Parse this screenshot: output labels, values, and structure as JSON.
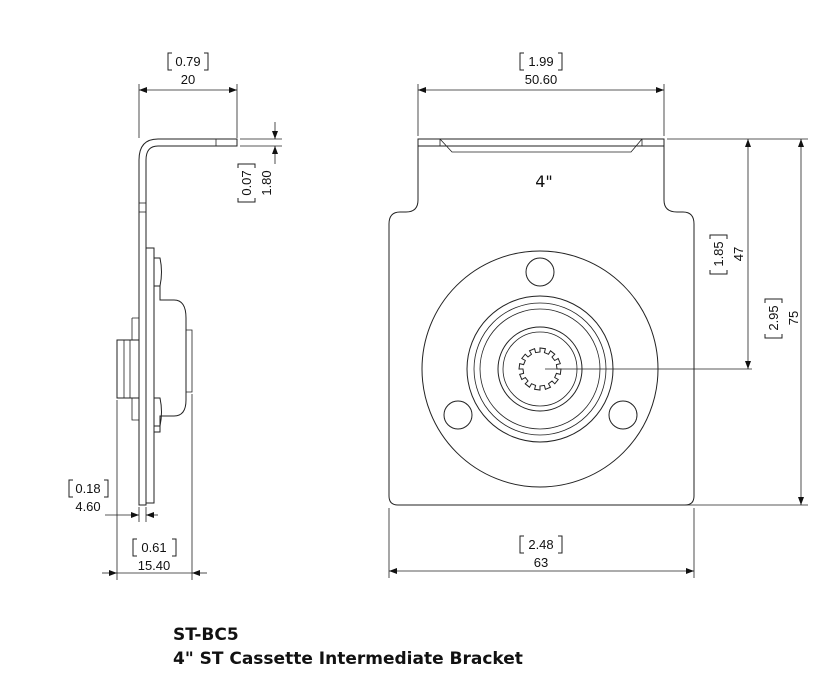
{
  "drawing": {
    "part_code": "ST-BC5",
    "description": "4\" ST Cassette Intermediate Bracket",
    "marking": "4\"",
    "dimensions": {
      "side_top_width": {
        "in": "0.79",
        "mm": "20"
      },
      "side_thickness": {
        "in": "0.07",
        "mm": "1.80"
      },
      "side_plate_offset": {
        "in": "0.18",
        "mm": "4.60"
      },
      "side_depth": {
        "in": "0.61",
        "mm": "15.40"
      },
      "front_top_width": {
        "in": "1.99",
        "mm": "50.60"
      },
      "front_width": {
        "in": "2.48",
        "mm": "63"
      },
      "front_center_height": {
        "in": "1.85",
        "mm": "47"
      },
      "front_height": {
        "in": "2.95",
        "mm": "75"
      }
    }
  }
}
